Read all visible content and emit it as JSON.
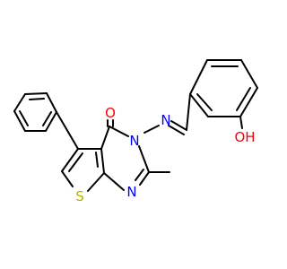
{
  "molecule": {
    "atoms": {
      "oxygen_carbonyl": {
        "symbol": "O",
        "color": "#ff0000"
      },
      "nitrogen_ring3": {
        "symbol": "N",
        "color": "#0000ff"
      },
      "nitrogen_imine": {
        "symbol": "N",
        "color": "#0000ff"
      },
      "nitrogen_ring1": {
        "symbol": "N",
        "color": "#0000ff"
      },
      "sulfur": {
        "symbol": "S",
        "color": "#b2b200"
      },
      "hydroxyl": {
        "symbol": "OH",
        "color": "#ff0000"
      }
    },
    "bond_color": "#000000"
  }
}
